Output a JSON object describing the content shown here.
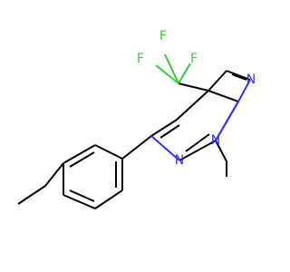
{
  "atoms": {
    "fluorine_top": {
      "label": "F",
      "color": "#33cc33"
    },
    "fluorine_left": {
      "label": "F",
      "color": "#33cc33"
    },
    "fluorine_right": {
      "label": "F",
      "color": "#33cc33"
    },
    "nitrogen_pyrazole_upper": {
      "label": "N",
      "color": "#3333ff"
    },
    "nitrogen_pyridine": {
      "label": "N",
      "color": "#3333ff"
    },
    "nitrogen_pyrazole_lower": {
      "label": "N",
      "color": "#3333ff"
    }
  }
}
